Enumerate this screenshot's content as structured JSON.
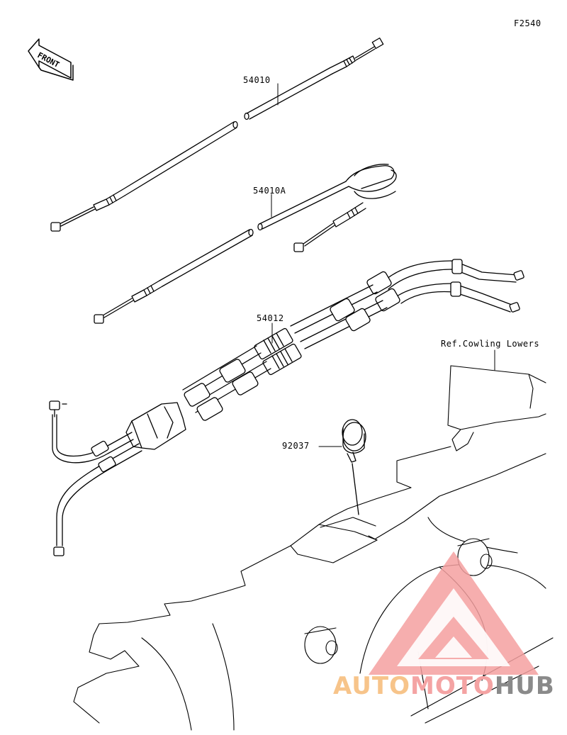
{
  "figure": {
    "code": "F2540",
    "front_marker": "FRONT",
    "reference_note": "Ref.Cowling Lowers"
  },
  "parts": [
    {
      "number": "54010"
    },
    {
      "number": "54010A"
    },
    {
      "number": "54012"
    },
    {
      "number": "92037"
    }
  ],
  "watermark": {
    "text_a": "AUTO",
    "text_b": "MOTO",
    "text_c": "HUB",
    "color_primary": "#f4a3a3",
    "color_accent": "#f7c48a",
    "color_dark": "#8a8a8a"
  }
}
